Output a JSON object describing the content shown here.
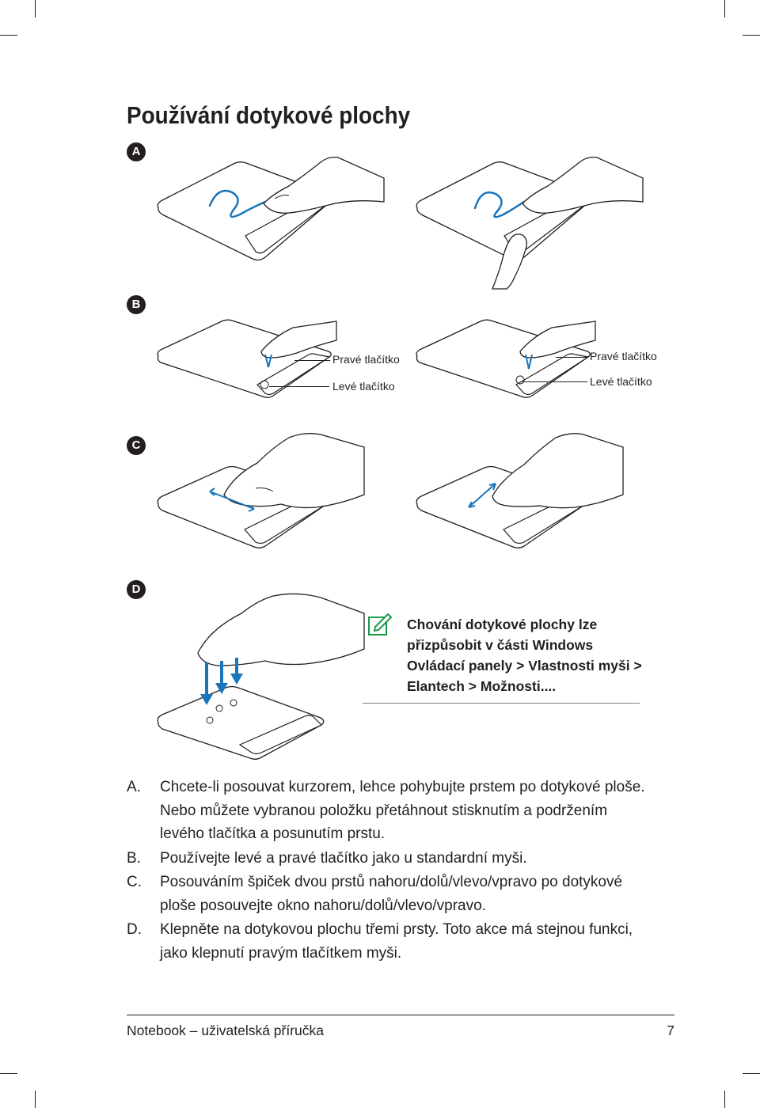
{
  "page": {
    "title": "Používání dotykové plochy"
  },
  "sections": [
    {
      "letter": "A"
    },
    {
      "letter": "B"
    },
    {
      "letter": "C"
    },
    {
      "letter": "D"
    }
  ],
  "figure_b": {
    "left": {
      "right_button": "Pravé tlačítko",
      "left_button": "Levé tlačítko"
    },
    "right": {
      "right_button": "Pravé tlačítko",
      "left_button": "Levé tlačítko"
    }
  },
  "note": {
    "icon": "note-pencil-icon",
    "text": "Chování dotykové plochy lze přizpůsobit v části Windows Ovládací panely > Vlastnosti myši > Elantech > Možnosti...."
  },
  "instructions": [
    {
      "marker": "A.",
      "text": "Chcete-li posouvat kurzorem, lehce pohybujte prstem po dotykové ploše. Nebo můžete vybranou položku přetáhnout stisknutím a podržením levého tlačítka a posunutím prstu."
    },
    {
      "marker": "B.",
      "text": "Používejte levé a pravé tlačítko jako u standardní myši."
    },
    {
      "marker": "C.",
      "text": "Posouváním špiček dvou prstů nahoru/dolů/vlevo/vpravo po dotykové ploše posouvejte okno nahoru/dolů/vlevo/vpravo."
    },
    {
      "marker": "D.",
      "text": "Klepněte na dotykovou plochu třemi prsty. Toto akce má stejnou funkci, jako klepnutí pravým tlačítkem myši."
    }
  ],
  "footer": {
    "left": "Notebook – uživatelská příručka",
    "page_number": "7"
  },
  "colors": {
    "accent": "#1a75bb",
    "text": "#231f20"
  }
}
